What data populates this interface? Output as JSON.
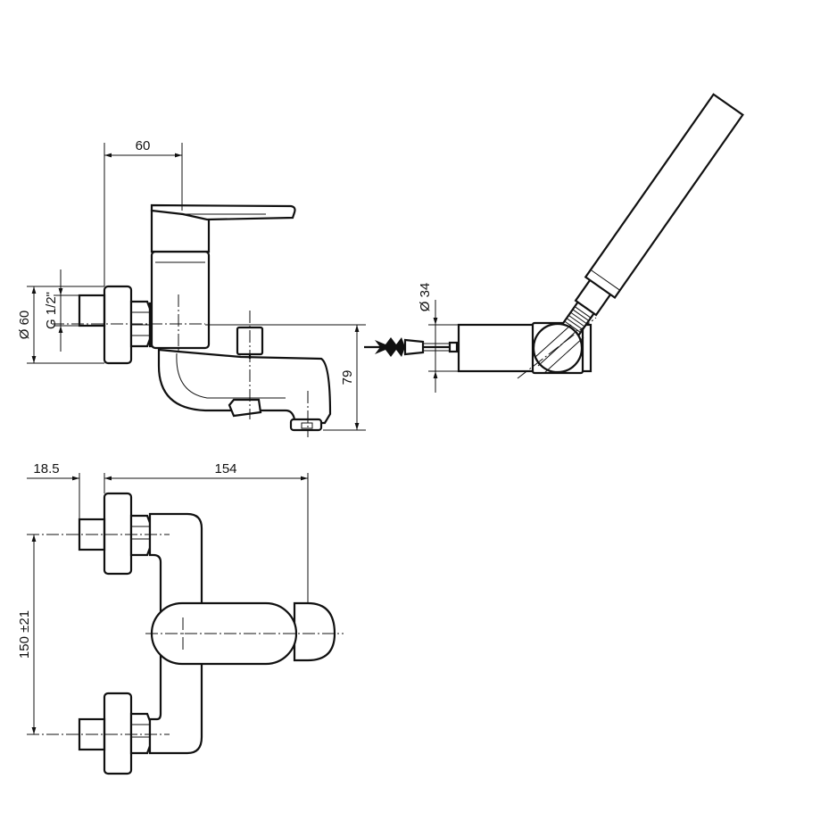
{
  "drawing": {
    "title": "Bath mixer technical drawing",
    "dimensions": {
      "width_60": "60",
      "dia_60": "Ø 60",
      "thread": "G 1/2\"",
      "height_79": "79",
      "dia_34": "Ø 34",
      "offset_18_5": "18.5",
      "depth_154": "154",
      "centers_150": "150 ±21"
    }
  }
}
